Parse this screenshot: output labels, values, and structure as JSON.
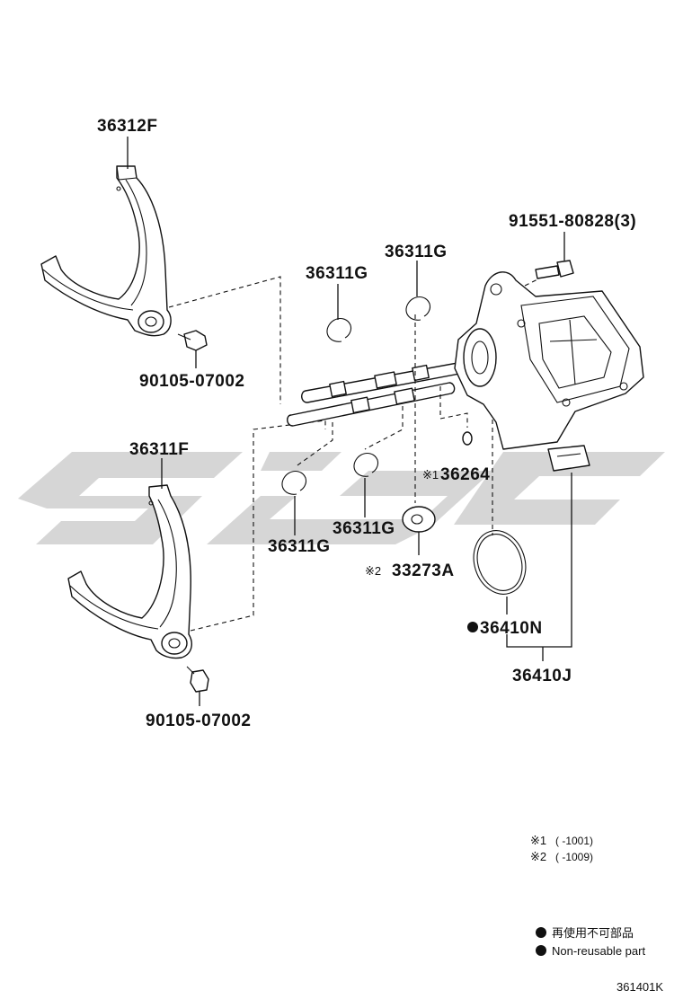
{
  "diagram": {
    "parts": {
      "fork_upper": "36312F",
      "fork_lower": "36311F",
      "snap_ring_a": "36311G",
      "snap_ring_b": "36311G",
      "snap_ring_c": "36311G",
      "snap_ring_d": "36311G",
      "bolt_upper": "90105-07002",
      "bolt_lower": "90105-07002",
      "bolt_actuator": "91551-80828(3)",
      "pin": "36264",
      "pin_prefix": "※1",
      "washer": "33273A",
      "washer_prefix": "※2",
      "oring": "36410N",
      "actuator": "36410J"
    },
    "notes": [
      {
        "mark": "※1",
        "range": "(      -1001)"
      },
      {
        "mark": "※2",
        "range": "(      -1009)"
      }
    ],
    "legend": {
      "jp": "再使用不可部品",
      "en": "Non-reusable part"
    },
    "diagram_id": "361401K"
  }
}
